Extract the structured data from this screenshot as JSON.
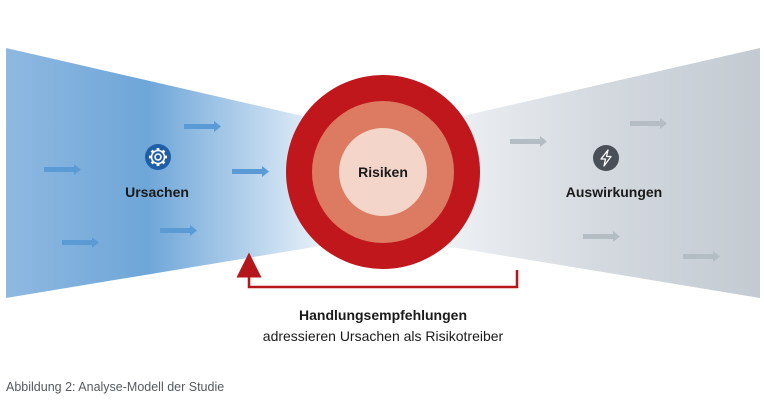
{
  "diagram": {
    "left_label": "Ursachen",
    "center_label": "Risiken",
    "right_label": "Auswirkungen",
    "feedback_title": "Handlungsempfehlungen",
    "feedback_subtitle": "adressieren Ursachen als Risikotreiber",
    "left_icon": "gear-icon",
    "right_icon": "lightning-icon"
  },
  "caption": "Abbildung 2: Analyse-Modell der Studie",
  "colors": {
    "cause_blue": "#5b9bd5",
    "effect_gray": "#b9c1c9",
    "ring_outer": "#c0171d",
    "ring_middle": "#dc7a62",
    "ring_inner": "#f4d5ca",
    "feedback_arrow": "#b5161c"
  }
}
